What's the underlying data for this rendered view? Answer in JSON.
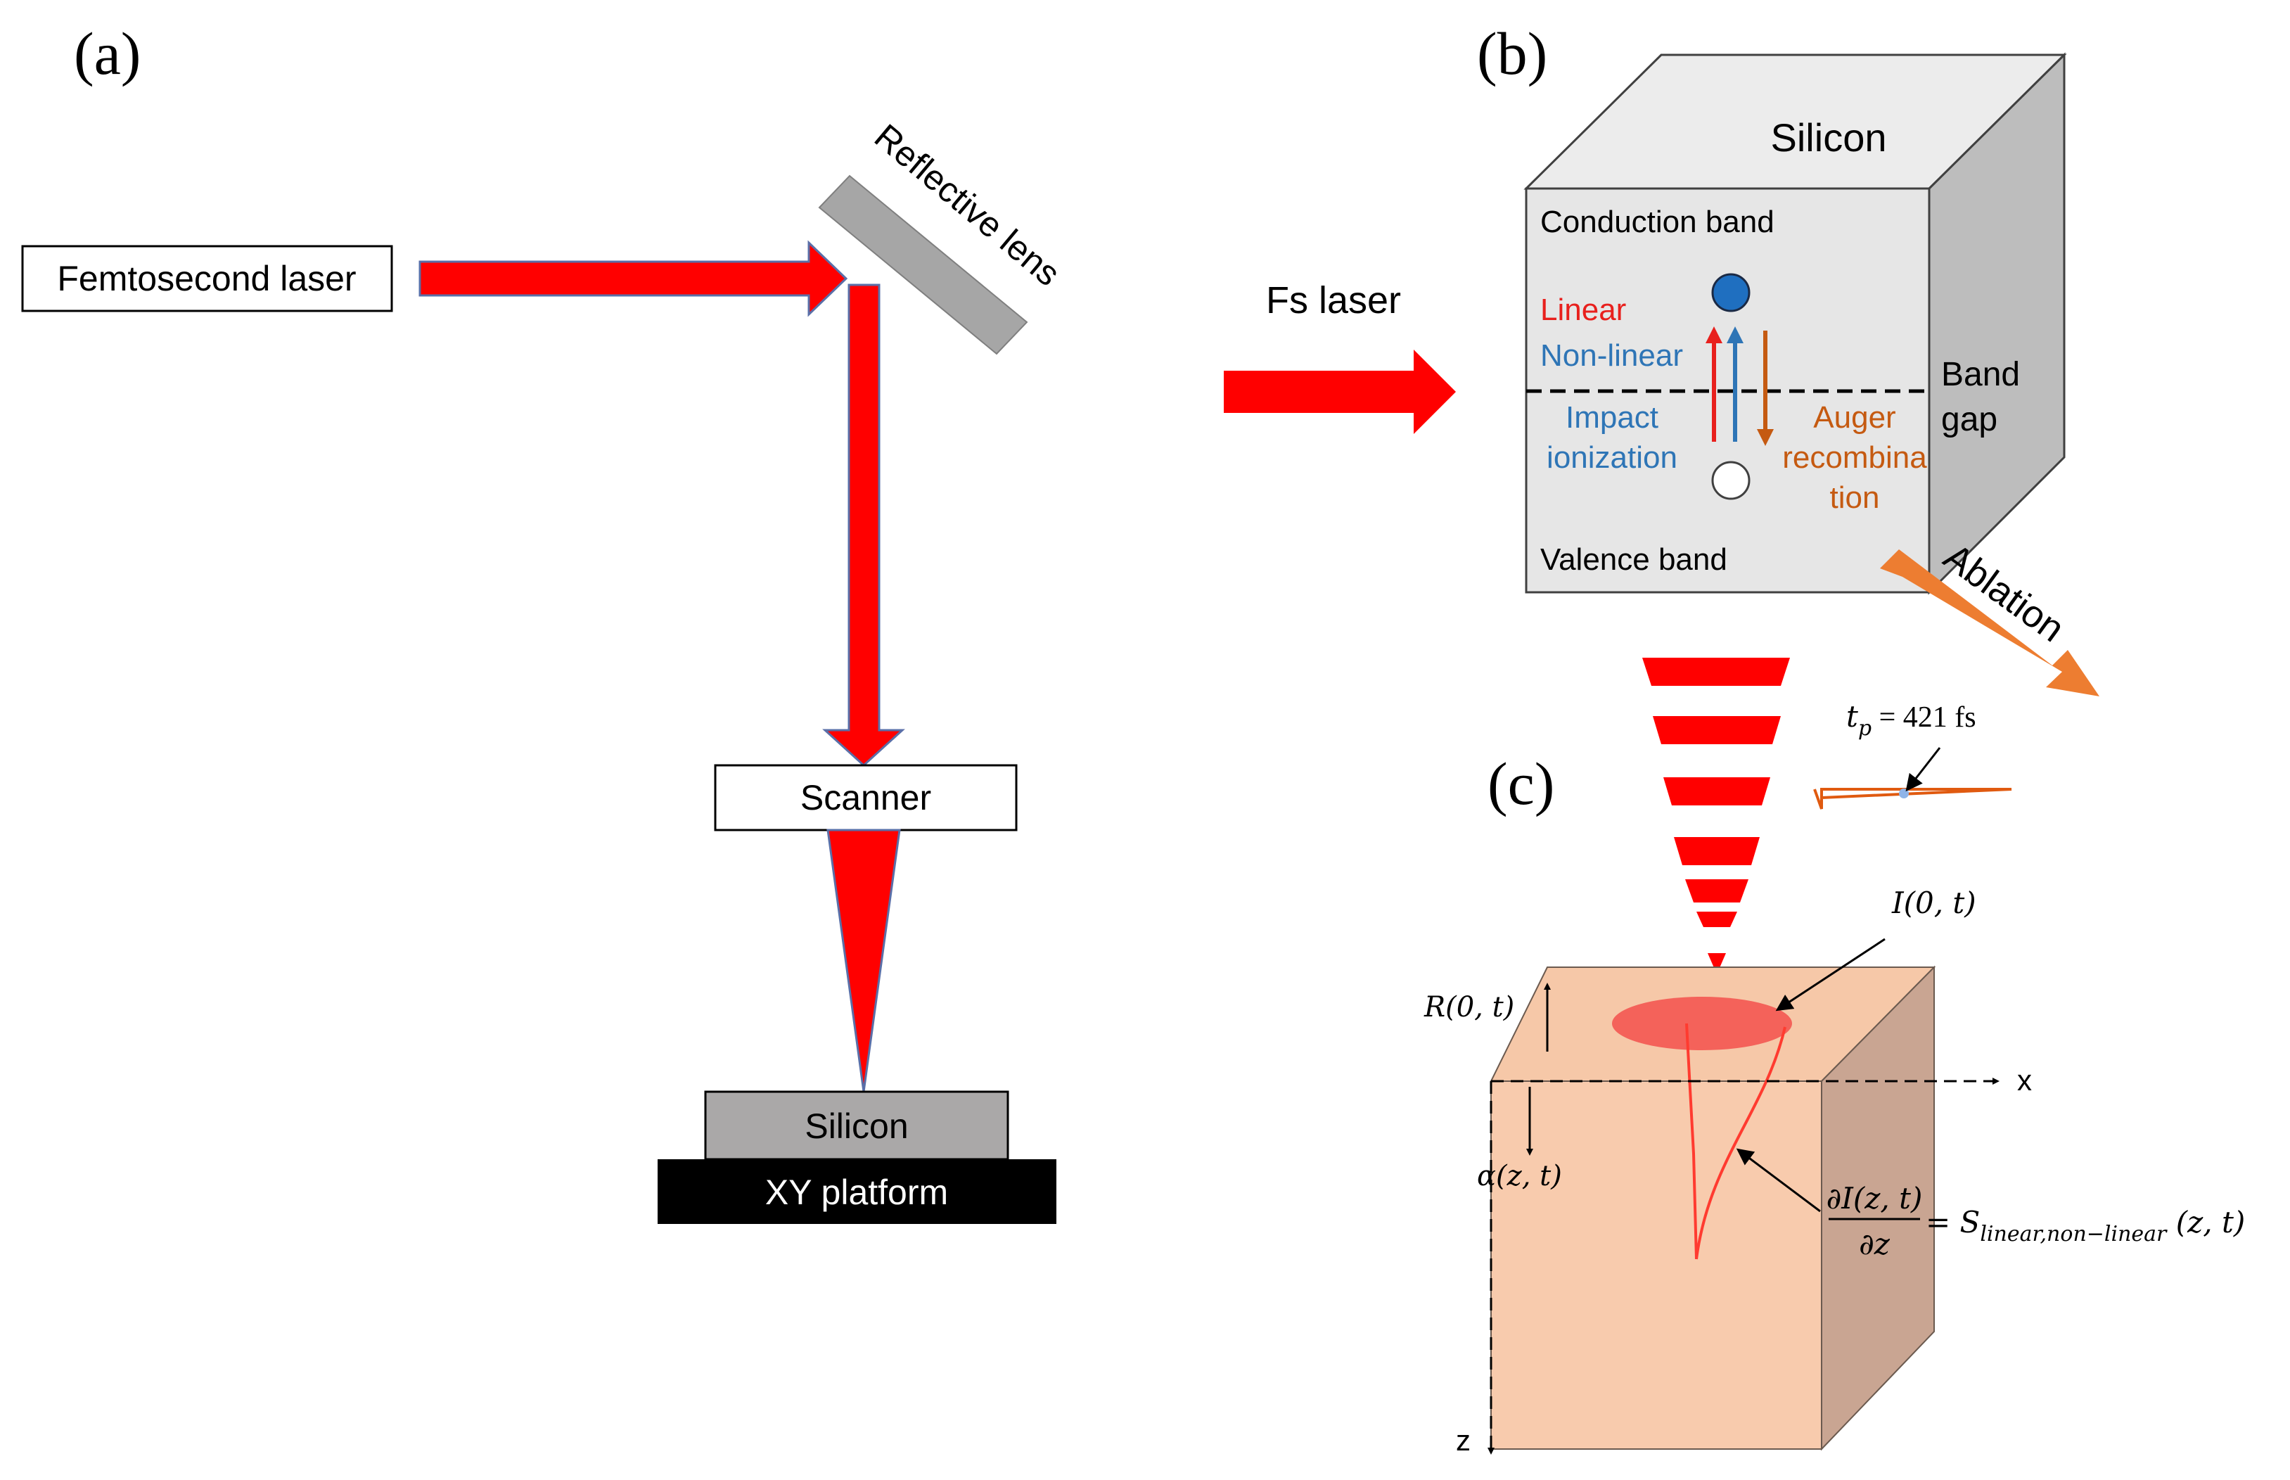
{
  "panel_a": {
    "label": "(a)",
    "laser_label": "Femtosecond laser",
    "mirror_label": "Reflective lens",
    "scanner_label": "Scanner",
    "silicon_label": "Silicon",
    "platform_label": "XY platform"
  },
  "panel_b": {
    "label": "(b)",
    "input_label": "Fs laser",
    "cube_title": "Silicon",
    "conduction_band": "Conduction band",
    "valence_band": "Valence band",
    "linear": "Linear",
    "nonlinear": "Non-linear",
    "impact_line1": "Impact",
    "impact_line2": "ionization",
    "auger_line1": "Auger",
    "auger_line2": "recombina",
    "auger_line3": "tion",
    "band_line1": "Band",
    "band_line2": "gap",
    "ablation": "Ablation"
  },
  "panel_c": {
    "label": "(c)",
    "pulse_label": "t",
    "pulse_sub": "p",
    "pulse_value": " = 421  fs",
    "intensity_label": "I(0, t)",
    "reflect_label": "R(0, t)",
    "absorb_label": "α(z, t)",
    "x_axis": "x",
    "z_axis": "z",
    "eq_numerator": "∂I(z, t)",
    "eq_denominator": "∂z",
    "eq_rhs_S": "= S",
    "eq_rhs_sub": "linear,non−linear",
    "eq_rhs_tail": " (z, t)"
  },
  "colors": {
    "beam_red": "#ff0000",
    "beam_outline": "#5a6fa8",
    "mirror_gray": "#a6a6a6",
    "silicon_gray": "#aaa8a8",
    "platform_black": "#000000",
    "cube_front": "#e6e6e6",
    "cube_top": "#ececec",
    "cube_side": "#bdbdbd",
    "linear_red": "#e8201d",
    "nonlinear_blue": "#2e75b6",
    "auger_orange": "#c55a11",
    "ablation_orange": "#ed7d31",
    "electron_blue": "#1f6fc0",
    "sample_front": "#f8cbad",
    "sample_top": "#f6c8a8",
    "sample_side": "#c9a592",
    "spot_red": "#f4625a"
  },
  "icons": [
    "electron-dot",
    "hole-circle",
    "arrow-up",
    "arrow-down"
  ]
}
